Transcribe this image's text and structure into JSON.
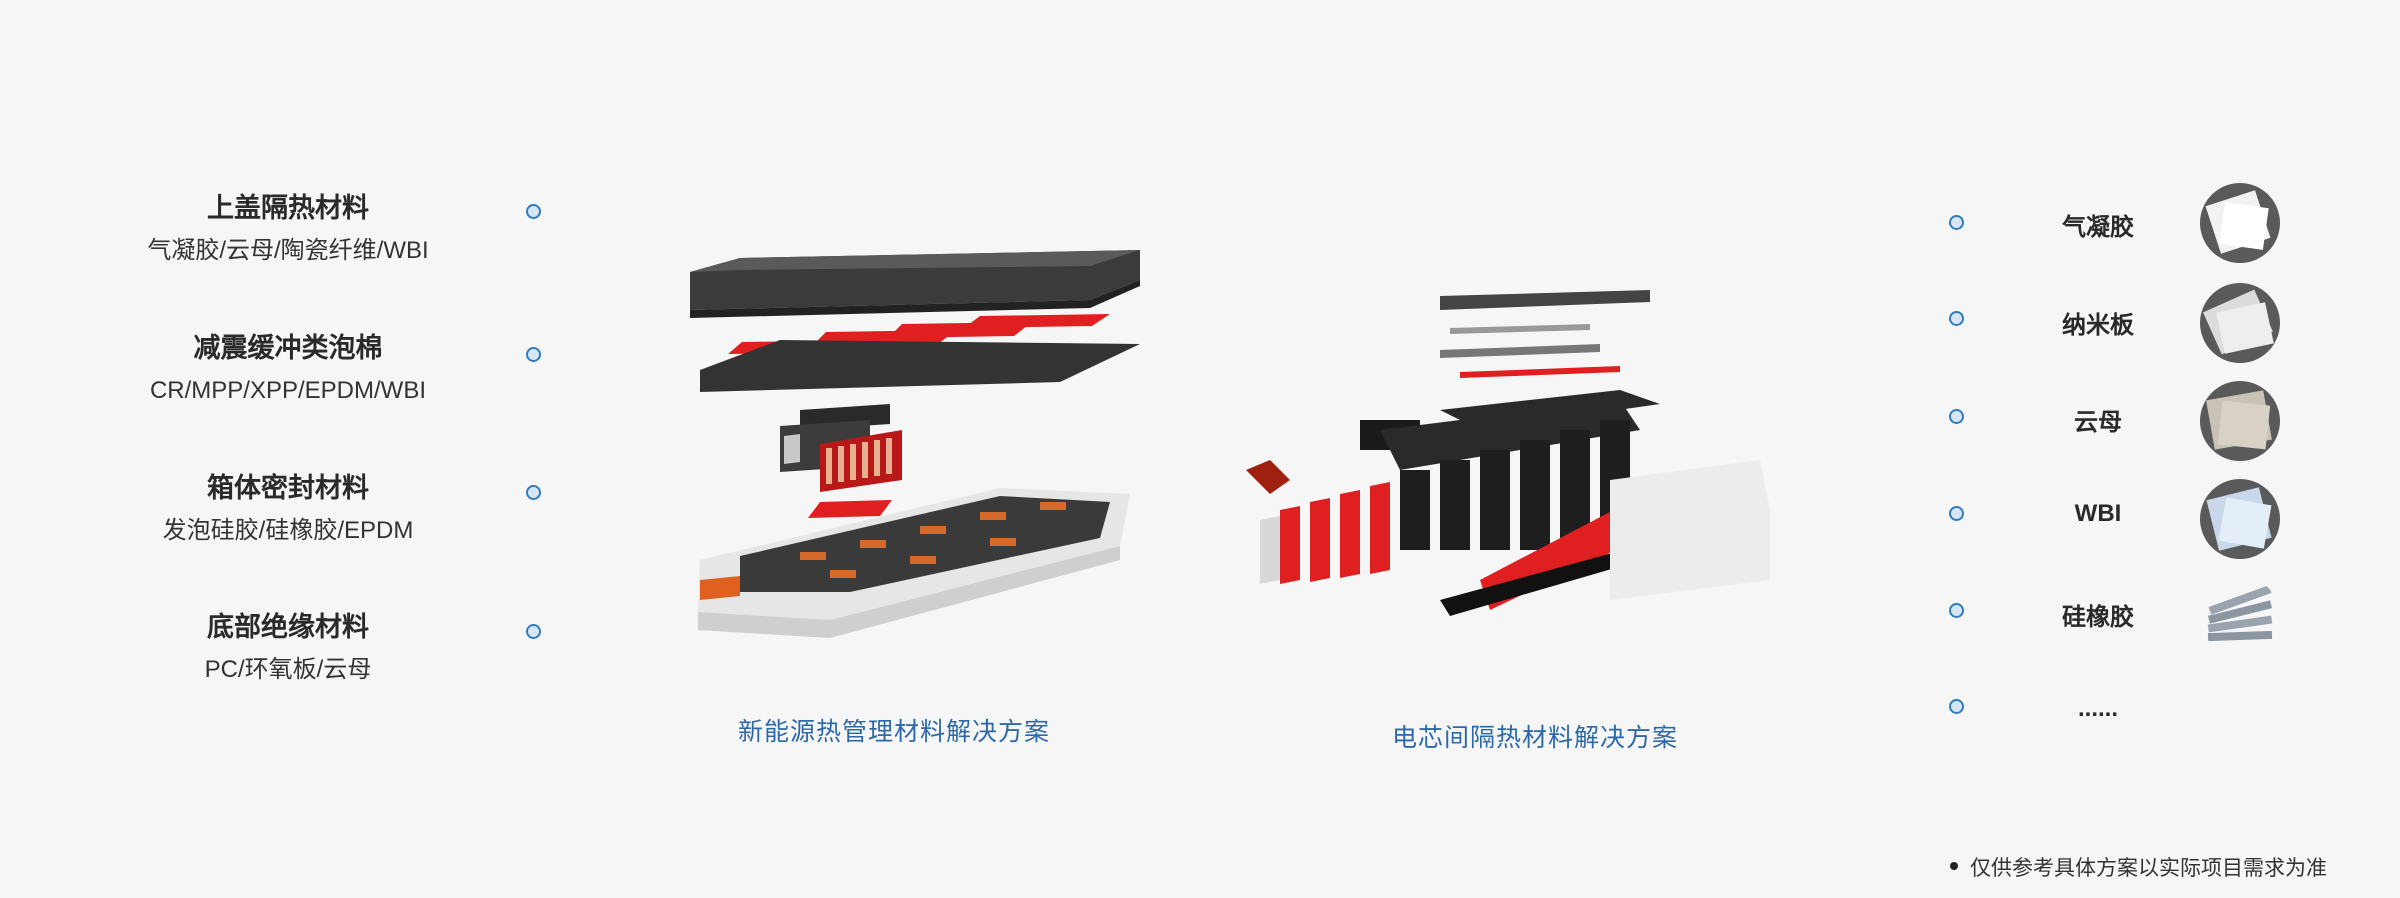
{
  "left_items": [
    {
      "title": "上盖隔热材料",
      "sub": "气凝胶/云母/陶瓷纤维/WBI"
    },
    {
      "title": "减震缓冲类泡棉",
      "sub": "CR/MPP/XPP/EPDM/WBI"
    },
    {
      "title": "箱体密封材料",
      "sub": "发泡硅胶/硅橡胶/EPDM"
    },
    {
      "title": "底部绝缘材料",
      "sub": "PC/环氧板/云母"
    }
  ],
  "captions": {
    "pack": "新能源热管理材料解决方案",
    "cell": "电芯间隔热材料解决方案"
  },
  "right_items": [
    {
      "label": "气凝胶",
      "icon": "aerogel-sample-icon"
    },
    {
      "label": "纳米板",
      "icon": "nano-board-sample-icon"
    },
    {
      "label": "云母",
      "icon": "mica-sample-icon"
    },
    {
      "label": "WBI",
      "icon": "wbi-sample-icon"
    },
    {
      "label": "硅橡胶",
      "icon": "silicone-rubber-sample-icon"
    },
    {
      "label": "......"
    }
  ],
  "note": "仅供参考具体方案以实际项目需求为准",
  "colors": {
    "accent_blue": "#2f7bbd",
    "caption_blue": "#2d69a8",
    "red": "#e02020",
    "dark": "#3a3a3a"
  }
}
